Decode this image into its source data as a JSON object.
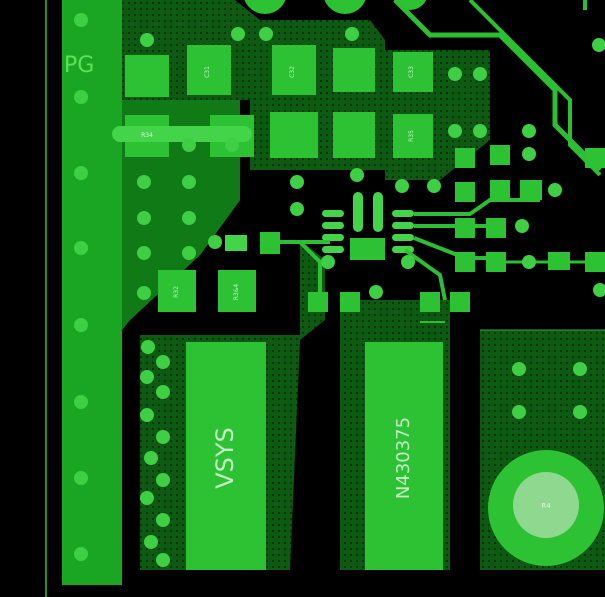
{
  "view": {
    "background": "#000000"
  },
  "colors": {
    "copper_dark": "#0d5a12",
    "copper_hatch": "#1a7a1f",
    "pad": "#21b52b",
    "pad_light": "#3ccf3f",
    "trace": "#2cbf33",
    "via": "#3fcf45",
    "via_hole": "#1b6e1e",
    "silk": "#9ad69a",
    "outline": "#5fcf5f"
  },
  "labels": {
    "net_pg": "PG",
    "net_vsys": "VSYS",
    "net_n430375": "N430375",
    "fab_1": "R3&4",
    "fab_2": "R32",
    "fab_3": "R34",
    "fab_4": "R35",
    "fab_5": "C31",
    "fab_6": "C32",
    "fab_7": "C33",
    "fab_8": "R4"
  }
}
